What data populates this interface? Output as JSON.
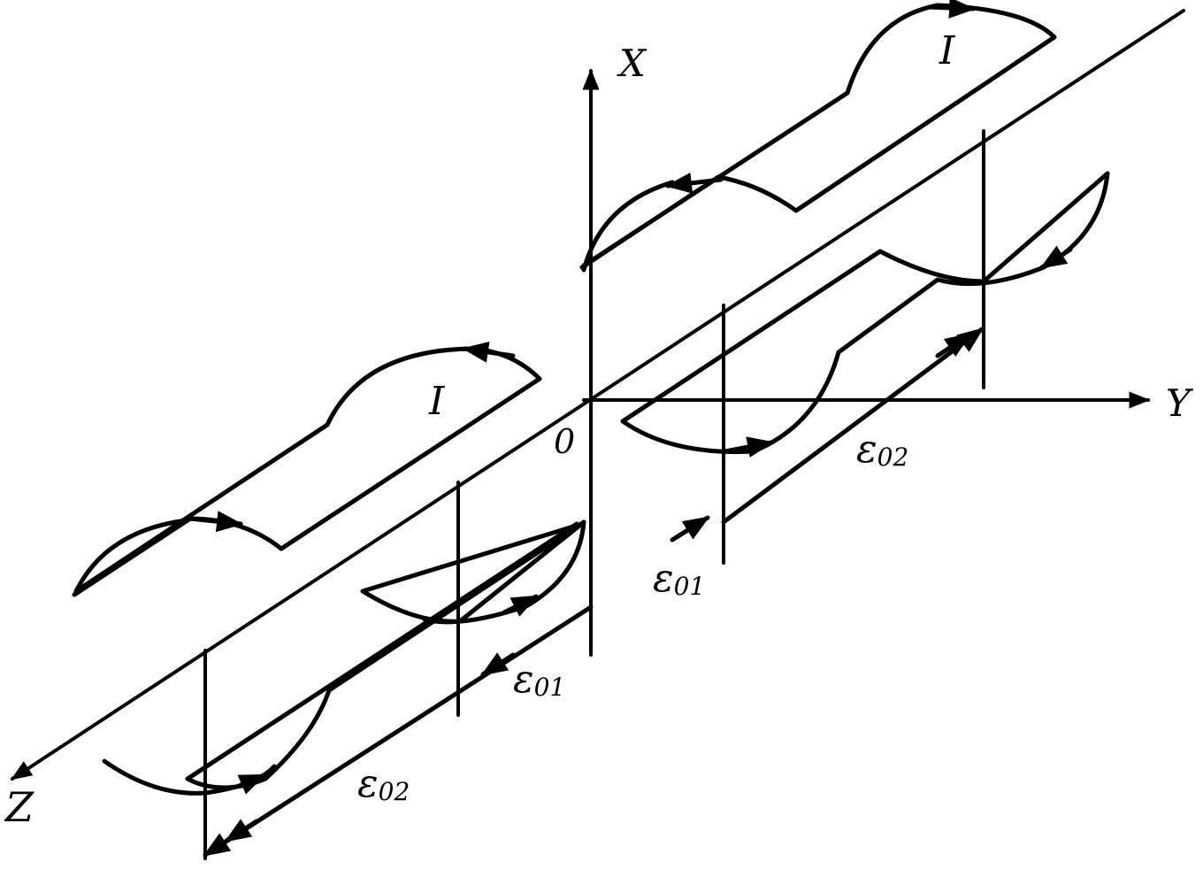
{
  "axes": {
    "x_label": "X",
    "y_label": "Y",
    "z_label": "Z",
    "origin_label": "0"
  },
  "current_labels": {
    "upper": "I",
    "lower": "I"
  },
  "emf_labels": {
    "right_e01": {
      "main": "ε",
      "sub": "01"
    },
    "right_e02": {
      "main": "ε",
      "sub": "02"
    },
    "left_e01": {
      "main": "ε",
      "sub": "01"
    },
    "left_e02": {
      "main": "ε",
      "sub": "02"
    }
  },
  "colors": {
    "ink": "#000000",
    "background": "#ffffff"
  }
}
